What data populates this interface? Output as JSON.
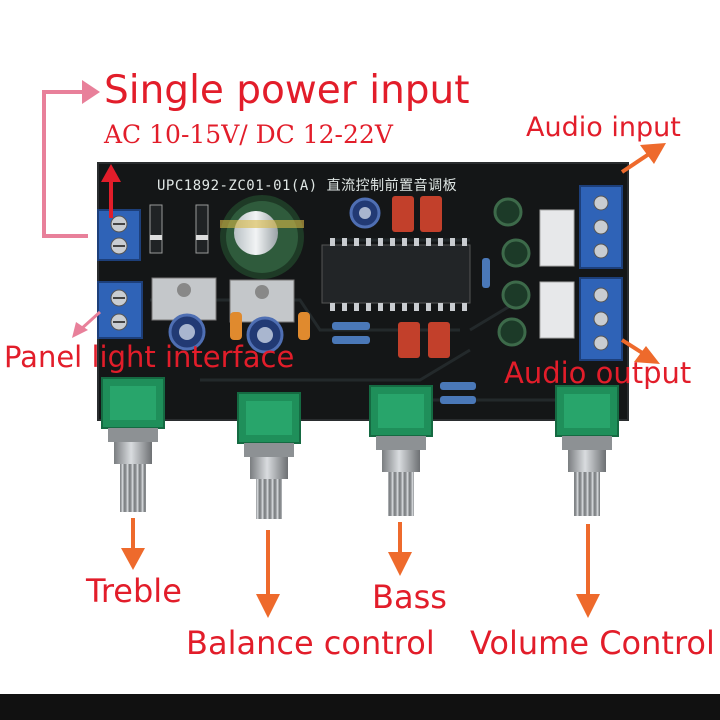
{
  "image": {
    "subject": "UPC1892 tone control preamp board",
    "pcb_marking": "UPC1892-ZC01-01(A) 直流控制前置音调板"
  },
  "labels": {
    "power_title": "Single power input",
    "power_spec": "AC 10-15V/ DC 12-22V",
    "audio_input": "Audio input",
    "panel_light": "Panel light interface",
    "audio_output": "Audio output",
    "treble": "Treble",
    "bass": "Bass",
    "balance": "Balance control",
    "volume": "Volume Control"
  },
  "colors": {
    "label_red": "#e21d2a",
    "arrow_pink": "#e8809a",
    "arrow_orange": "#ee6a2c",
    "pcb": "#141617",
    "terminal_blue": "#2f63b7",
    "knob_green": "#1f8f5a"
  }
}
